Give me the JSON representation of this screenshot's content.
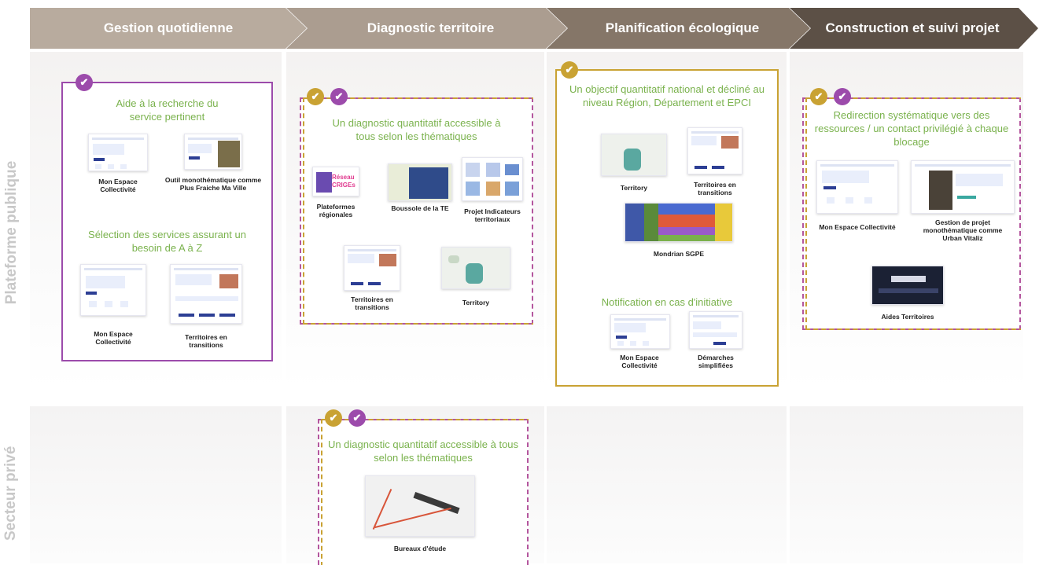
{
  "stages": [
    {
      "label": "Gestion quotidienne"
    },
    {
      "label": "Diagnostic territoire"
    },
    {
      "label": "Planification écologique"
    },
    {
      "label": "Construction et suivi projet"
    }
  ],
  "rows": {
    "public": "Plateforme publique",
    "private": "Secteur privé"
  },
  "gestion": {
    "heading1": "Aide à la recherche du service pertinent",
    "captions1": [
      "Mon Espace Collectivité",
      "Outil monothématique comme Plus Fraiche Ma Ville"
    ],
    "heading2": "Sélection des services assurant un besoin de A à Z",
    "captions2": [
      "Mon Espace Collectivité",
      "Territoires en transitions"
    ]
  },
  "diagnostic": {
    "heading": "Un diagnostic quantitatif accessible à tous selon les thématiques",
    "captions": [
      "Plateformes régionales",
      "Boussole de la TE",
      "Projet Indicateurs territoriaux",
      "Territoires en transitions",
      "Territory"
    ],
    "crige_text": "Réseau CRIGEs"
  },
  "planification": {
    "heading1": "Un objectif quantitatif national et décliné au niveau Région, Département et EPCI",
    "captions1": [
      "Territory",
      "Territoires en transitions",
      "Mondrian SGPE"
    ],
    "heading2": "Notification en cas d'initiative",
    "captions2": [
      "Mon Espace Collectivité",
      "Démarches simplifiées"
    ]
  },
  "construction": {
    "heading": "Redirection systématique vers des ressources / un contact privilégié à chaque blocage",
    "captions": [
      "Mon Espace Collectivité",
      "Gestion de projet monothématique comme Urban Vitaliz",
      "Aides Territoires"
    ]
  },
  "prive": {
    "heading": "Un diagnostic quantitatif accessible à tous selon les thématiques",
    "caption": "Bureaux d'étude"
  },
  "colors": {
    "purple": "#9c4bab",
    "gold": "#c9a233",
    "green_text": "#7ab24d"
  },
  "icons": {
    "check": "✔"
  }
}
